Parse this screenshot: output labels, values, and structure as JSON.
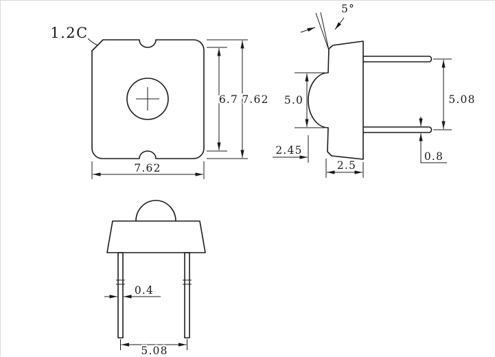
{
  "drawing": {
    "views": {
      "top": {
        "chamfer_label": "1.2C",
        "dim_inner_height": "6.7",
        "dim_outer_height": "7.62",
        "dim_width": "7.62"
      },
      "side": {
        "dim_draft_angle": "5°",
        "dim_dome_diameter": "5.0",
        "dim_dome_offset": "2.45",
        "dim_body_depth": "2.5",
        "dim_pin_spacing": "5.08",
        "dim_pin_thickness": "0.8"
      },
      "front": {
        "dim_pin_width": "0.4",
        "dim_pin_spacing": "5.08"
      }
    }
  }
}
